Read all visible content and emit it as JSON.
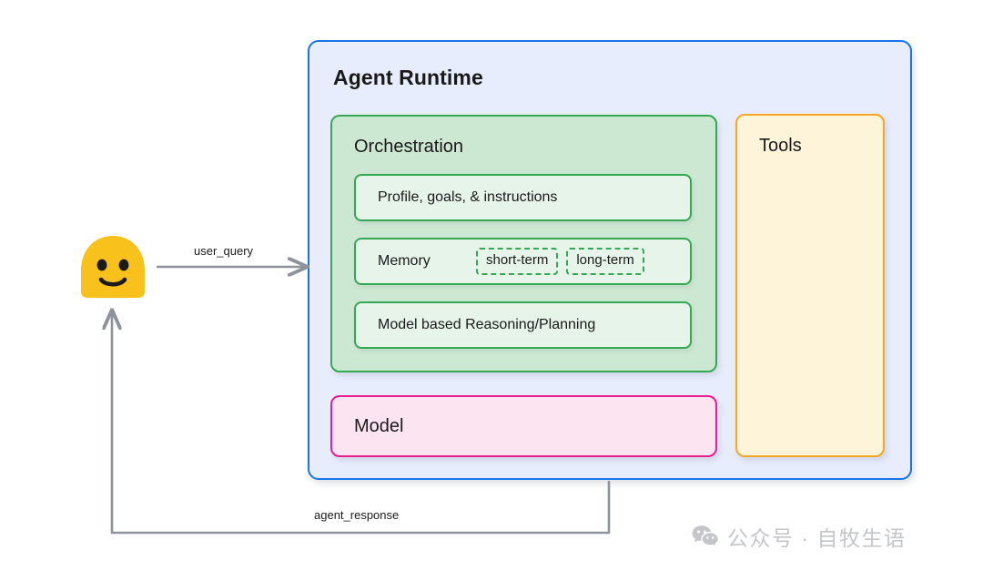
{
  "diagram": {
    "runtime": {
      "title": "Agent Runtime",
      "border_color": "#1A73E8",
      "fill_color": "#E8EDFD"
    },
    "orchestration": {
      "title": "Orchestration",
      "border_color": "#34A853",
      "fill_color": "#CDE8D2",
      "rows": [
        {
          "label": "Profile, goals, & instructions",
          "tags": []
        },
        {
          "label": "Memory",
          "tags": [
            "short-term",
            "long-term"
          ]
        },
        {
          "label": "Model based Reasoning/Planning",
          "tags": []
        }
      ]
    },
    "model": {
      "title": "Model",
      "border_color": "#E91E8C",
      "fill_color": "#FDE4F1"
    },
    "tools": {
      "title": "Tools",
      "border_color": "#F5A623",
      "fill_color": "#FDF4D9"
    },
    "actor": {
      "name": "user",
      "icon": "smiley-face-emoji",
      "face_color": "#F9C11C"
    },
    "edges": [
      {
        "id": "user-query",
        "label": "user_query",
        "direction": "user-to-runtime",
        "color": "#8E939B"
      },
      {
        "id": "agent-response",
        "label": "agent_response",
        "direction": "runtime-to-user",
        "color": "#8E939B"
      }
    ]
  },
  "watermark": {
    "text": "公众号 · 自牧生语",
    "icon": "wechat-icon",
    "color": "#C4C6C9"
  }
}
